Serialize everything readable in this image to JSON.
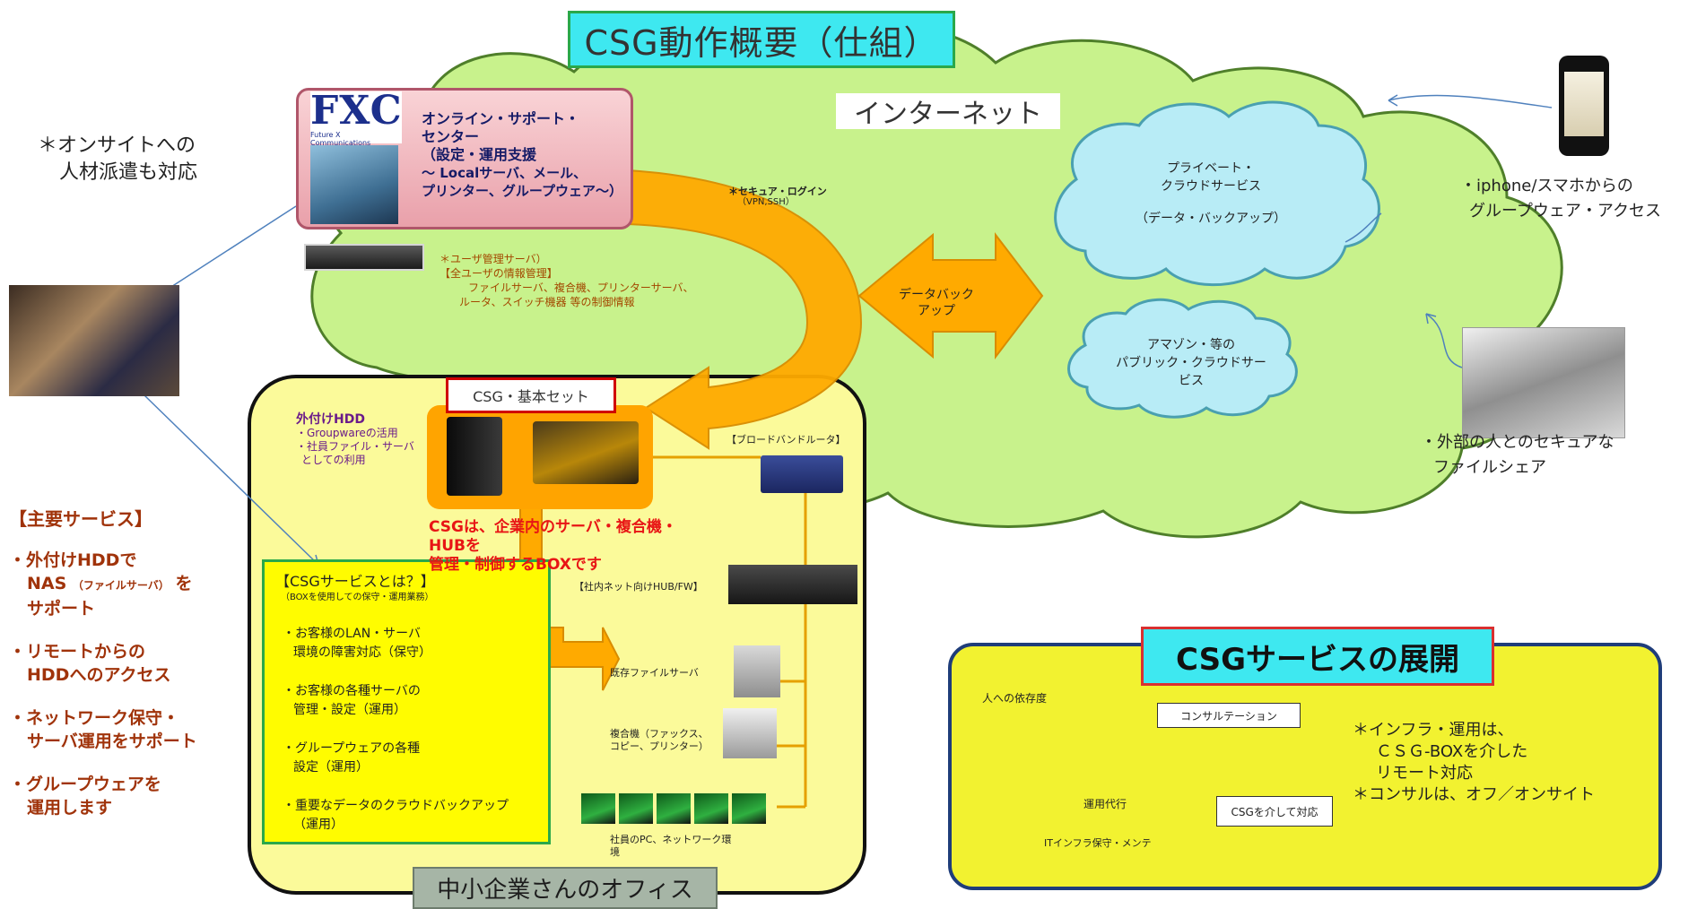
{
  "title": "CSG動作概要（仕組）",
  "internet_label": "インターネット",
  "fxc": {
    "logo": "FXC",
    "logo_sub": "Future X Communications",
    "line1": "オンライン・サポート・",
    "line2": "センター",
    "line3": "（設定・運用支援",
    "line4": "～ Localサーバ、メール、",
    "line5": "プリンター、グループウェア～）"
  },
  "user_mgmt": {
    "line1": "＊ユーザ管理サーバ）",
    "line2": "【全ユーザの情報管理】",
    "line3": "ファイルサーバ、複合機、プリンターサーバ、",
    "line4": "ルータ、スイッチ機器 等の制御情報"
  },
  "secure_login": {
    "line1": "＊セキュア・ログイン",
    "line2": "（VPN,SSH）"
  },
  "data_backup": {
    "line1": "データバック",
    "line2": "アップ"
  },
  "private_cloud": {
    "line1": "プライベート・",
    "line2": "クラウドサービス",
    "line3": "（データ・バックアップ）"
  },
  "public_cloud": {
    "line1": "アマゾン・等の",
    "line2": "パブリック・クラウドサー",
    "line3": "ビス"
  },
  "onsite_note": {
    "line1": "＊オンサイトへの",
    "line2": "人材派遣も対応"
  },
  "main_services": {
    "heading": "【主要サービス】",
    "item1_line1": "・外付けHDDで",
    "item1_line2a": "NAS",
    "item1_line2b": "（ファイルサーバ）",
    "item1_line2c": "を",
    "item1_line3": "サポート",
    "item2_line1": "・リモートからの",
    "item2_line2": "HDDへのアクセス",
    "item3_line1": "・ネットワーク保守・",
    "item3_line2": "サーバ運用をサポート",
    "item4_line1": "・グループウェアを",
    "item4_line2": "運用します"
  },
  "iphone_caption": {
    "line1": "・iphone/スマホからの",
    "line2": "グループウェア・アクセス"
  },
  "external_caption": {
    "line1": "・外部の人とのセキュアな",
    "line2": "ファイルシェア"
  },
  "office": {
    "title": "中小企業さんのオフィス",
    "csg_basic_set": "CSG・基本セット",
    "hdd_head": "外付けHDD",
    "hdd_line1": "・Groupwareの活用",
    "hdd_line2": "・社員ファイル・サーバ",
    "hdd_line3": "としての利用",
    "csg_desc_line1": "CSGは、企業内のサーバ・複合機・",
    "csg_desc_line2": "HUBを",
    "csg_desc_line3": "管理・制御するBOXです",
    "broadband_router": "【ブロードバンドルータ】",
    "internal_hub": "【社内ネット向けHUB/FW】",
    "existing_file_server": "既存ファイルサーバ",
    "mfp_line1": "複合機（ファックス、",
    "mfp_line2": "コピー、プリンター）",
    "employee_pc_line1": "社員のPC、ネットワーク環",
    "employee_pc_line2": "境"
  },
  "csg_service": {
    "title": "【CSGサービスとは？】",
    "subtitle": "（BOXを使用しての保守・運用業務）",
    "item1_line1": "・お客様のLAN・サーバ",
    "item1_line2": "環境の障害対応（保守）",
    "item2_line1": "・お客様の各種サーバの",
    "item2_line2": "管理・設定（運用）",
    "item3_line1": "・グループウェアの各種",
    "item3_line2": "設定（運用）",
    "item4_line1": "・重要なデータのクラウドバックアップ",
    "item4_line2": "（運用）"
  },
  "expansion": {
    "title": "CSGサービスの展開",
    "axis_label": "人への依存度",
    "consulting": "コンサルテーション",
    "operation_agency": "運用代行",
    "it_infra": "ITインフラ保守・メンテ",
    "via_csg": "CSGを介して対応",
    "note_line1": "＊インフラ・運用は、",
    "note_line2": "ＣＳＧ-BOXを介した",
    "note_line3": "リモート対応",
    "note_line4": "＊コンサルは、オフ／オンサイト"
  },
  "colors": {
    "cloud": "#c8f28c",
    "office_bg": "#fbfa9a",
    "title_bg": "#3ee8f0",
    "arrow_orange": "#ffaa00",
    "service_red": "#a0330a"
  }
}
